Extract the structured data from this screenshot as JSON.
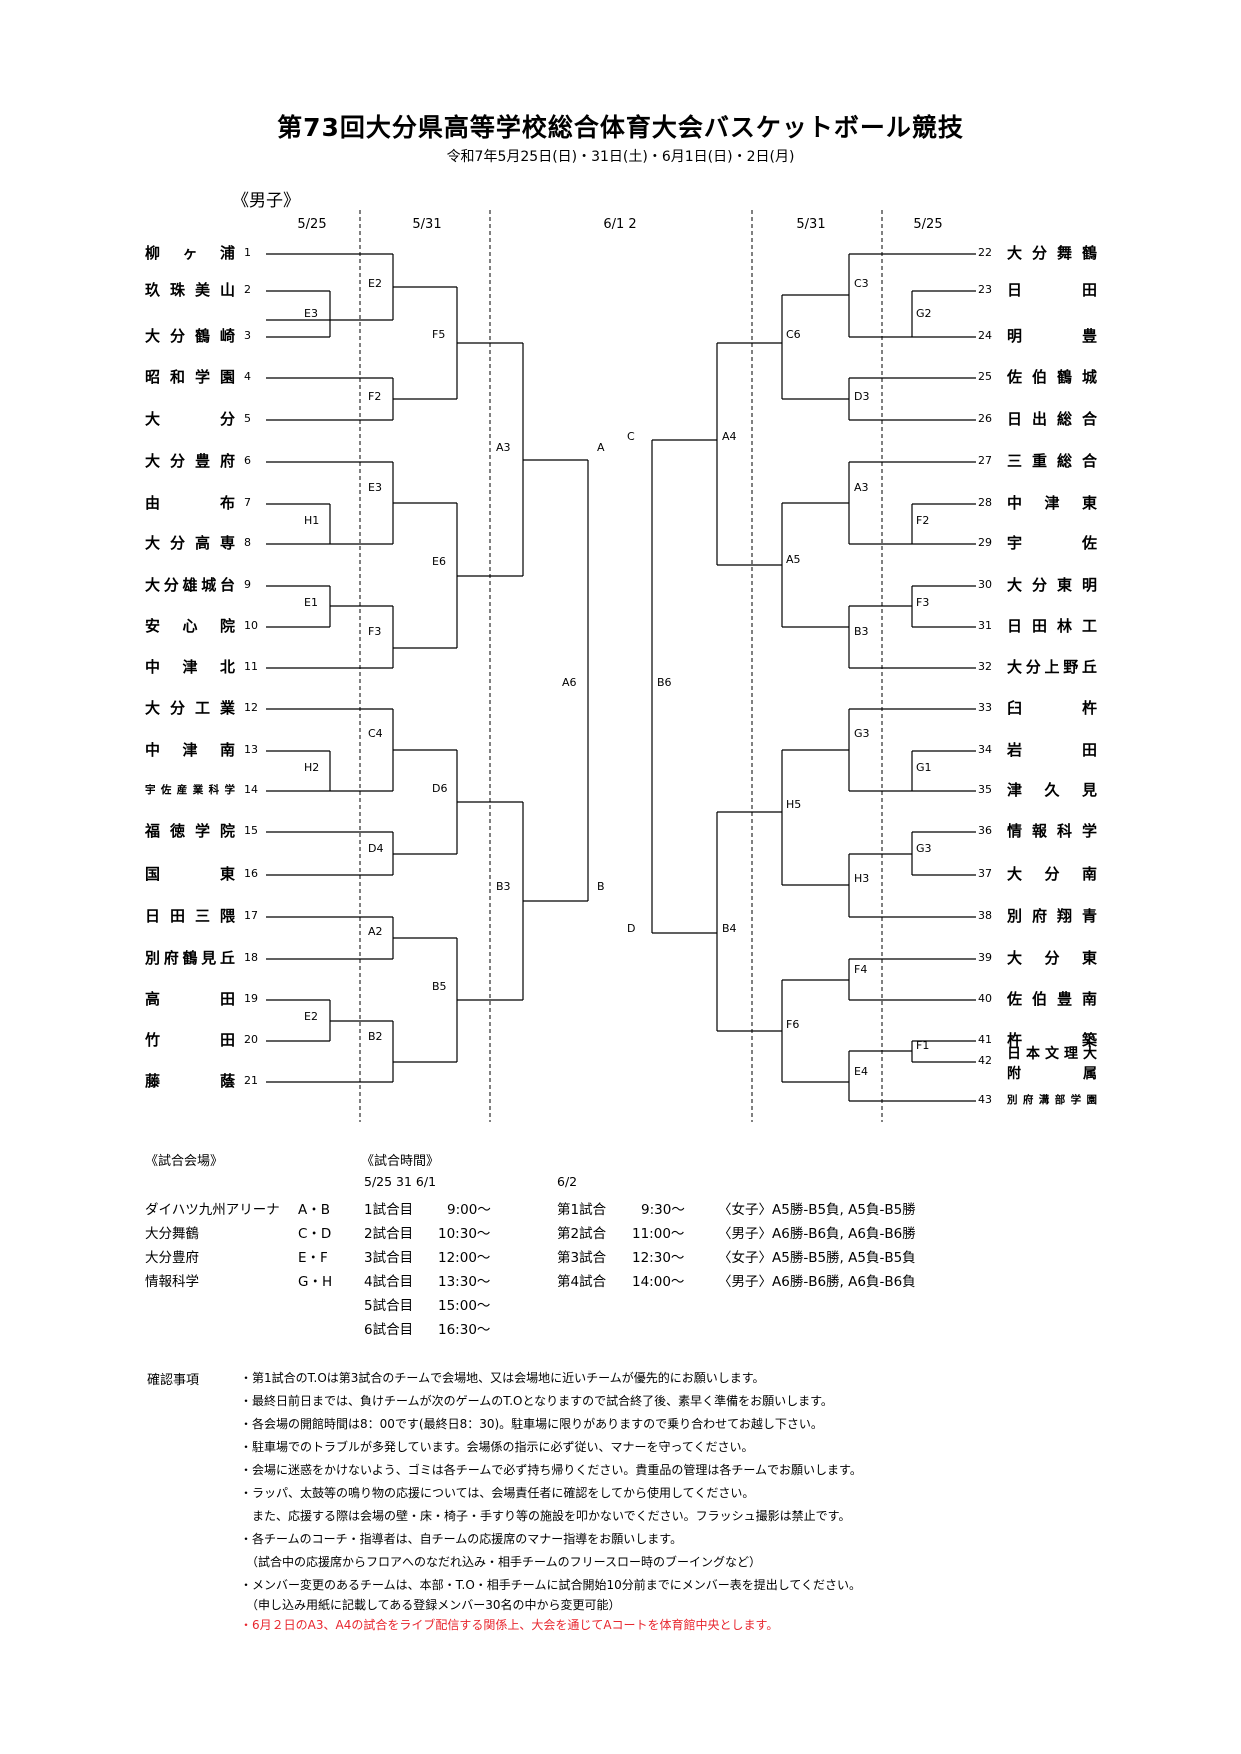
{
  "title": "第73回大分県高等学校総合体育大会バスケットボール競技",
  "subtitle": "令和7年5月25日(日)・31日(土)・6月1日(日)・2日(月)",
  "section": "《男子》",
  "dates": [
    "5/25",
    "5/31",
    "6/1 2",
    "5/31",
    "5/25"
  ],
  "left_teams": [
    {
      "name": "柳 ヶ 浦",
      "num": "1"
    },
    {
      "name": "玖珠美山",
      "num": "2"
    },
    {
      "name": "大分鶴崎",
      "num": "3"
    },
    {
      "name": "昭和学園",
      "num": "4"
    },
    {
      "name": "大 分",
      "num": "5"
    },
    {
      "name": "大分豊府",
      "num": "6"
    },
    {
      "name": "由 布",
      "num": "7"
    },
    {
      "name": "大分高専",
      "num": "8"
    },
    {
      "name": "大分雄城台",
      "num": "9"
    },
    {
      "name": "安 心 院",
      "num": "10"
    },
    {
      "name": "中 津 北",
      "num": "11"
    },
    {
      "name": "大分工業",
      "num": "12"
    },
    {
      "name": "中 津 南",
      "num": "13"
    },
    {
      "name": "宇佐産業科学",
      "num": "14"
    },
    {
      "name": "福徳学院",
      "num": "15"
    },
    {
      "name": "国 東",
      "num": "16"
    },
    {
      "name": "日田三隈",
      "num": "17"
    },
    {
      "name": "別府鶴見丘",
      "num": "18"
    },
    {
      "name": "高 田",
      "num": "19"
    },
    {
      "name": "竹 田",
      "num": "20"
    },
    {
      "name": "藤 蔭",
      "num": "21"
    }
  ],
  "right_teams": [
    {
      "name": "大分舞鶴",
      "num": "22"
    },
    {
      "name": "日 田",
      "num": "23"
    },
    {
      "name": "明 豊",
      "num": "24"
    },
    {
      "name": "佐伯鶴城",
      "num": "25"
    },
    {
      "name": "日出総合",
      "num": "26"
    },
    {
      "name": "三重総合",
      "num": "27"
    },
    {
      "name": "中 津 東",
      "num": "28"
    },
    {
      "name": "宇 佐",
      "num": "29"
    },
    {
      "name": "大分東明",
      "num": "30"
    },
    {
      "name": "日田林工",
      "num": "31"
    },
    {
      "name": "大分上野丘",
      "num": "32"
    },
    {
      "name": "臼 杵",
      "num": "33"
    },
    {
      "name": "岩 田",
      "num": "34"
    },
    {
      "name": "津 久 見",
      "num": "35"
    },
    {
      "name": "情報科学",
      "num": "36"
    },
    {
      "name": "大 分 南",
      "num": "37"
    },
    {
      "name": "別府翔青",
      "num": "38"
    },
    {
      "name": "大 分 東",
      "num": "39"
    },
    {
      "name": "佐伯豊南",
      "num": "40"
    },
    {
      "name": "杵 築",
      "num": "41"
    },
    {
      "name": "日本文理大",
      "name2": "附 属",
      "num": "42"
    },
    {
      "name": "別府溝部学園",
      "num": "43"
    }
  ],
  "matches": {
    "l_e3a": "E3",
    "l_h1": "H1",
    "l_e1": "E1",
    "l_h2": "H2",
    "l_e2": "E2",
    "l_e2b": "E2",
    "l_f2": "F2",
    "l_e3b": "E3",
    "l_f3": "F3",
    "l_c4": "C4",
    "l_d4": "D4",
    "l_a2": "A2",
    "l_b2": "B2",
    "l_f5": "F5",
    "l_e6": "E6",
    "l_d6": "D6",
    "l_b5": "B5",
    "l_a3": "A3",
    "l_b3": "B3",
    "l_a6": "A6",
    "c_a": "A",
    "c_b": "B",
    "c_c": "C",
    "c_d": "D",
    "r_b6": "B6",
    "r_a4": "A4",
    "r_b4": "B4",
    "r_c6": "C6",
    "r_a5": "A5",
    "r_h5": "H5",
    "r_f6": "F6",
    "r_c3": "C3",
    "r_d3": "D3",
    "r_a3": "A3",
    "r_b3": "B3",
    "r_g3a": "G3",
    "r_h3": "H3",
    "r_f4": "F4",
    "r_e4": "E4",
    "r_g2": "G2",
    "r_f2": "F2",
    "r_f3": "F3",
    "r_g1": "G1",
    "r_g3b": "G3",
    "r_f1": "F1"
  },
  "venues": {
    "heading": "《試合会場》",
    "rows": [
      {
        "name": "ダイハツ九州アリーナ",
        "courts": "A・B"
      },
      {
        "name": "大分舞鶴",
        "courts": "C・D"
      },
      {
        "name": "大分豊府",
        "courts": "E・F"
      },
      {
        "name": "情報科学",
        "courts": "G・H"
      }
    ]
  },
  "times": {
    "heading": "《試合時間》",
    "subheading": "5/25 31 6/1",
    "rows": [
      {
        "label": "1試合目",
        "time": "9:00～"
      },
      {
        "label": "2試合目",
        "time": "10:30～"
      },
      {
        "label": "3試合目",
        "time": "12:00～"
      },
      {
        "label": "4試合目",
        "time": "13:30～"
      },
      {
        "label": "5試合目",
        "time": "15:00～"
      },
      {
        "label": "6試合目",
        "time": "16:30～"
      }
    ]
  },
  "finals": {
    "heading": "6/2",
    "rows": [
      {
        "label": "第1試合",
        "time": "9:30～",
        "desc": "〈女子〉A5勝-B5負, A5負-B5勝"
      },
      {
        "label": "第2試合",
        "time": "11:00～",
        "desc": "〈男子〉A6勝-B6負, A6負-B6勝"
      },
      {
        "label": "第3試合",
        "time": "12:30～",
        "desc": "〈女子〉A5勝-B5勝, A5負-B5負"
      },
      {
        "label": "第4試合",
        "time": "14:00～",
        "desc": "〈男子〉A6勝-B6勝, A6負-B6負"
      }
    ]
  },
  "notes": {
    "label": "確認事項",
    "items": [
      "・第1試合のT.Oは第3試合のチームで会場地、又は会場地に近いチームが優先的にお願いします。",
      "・最終日前日までは、負けチームが次のゲームのT.Oとなりますので試合終了後、素早く準備をお願いします。",
      "・各会場の開館時間は8：00です(最終日8：30)。駐車場に限りがありますので乗り合わせてお越し下さい。",
      "・駐車場でのトラブルが多発しています。会場係の指示に必ず従い、マナーを守ってください。",
      "・会場に迷惑をかけないよう、ゴミは各チームで必ず持ち帰りください。貴重品の管理は各チームでお願いします。",
      "・ラッパ、太鼓等の鳴り物の応援については、会場責任者に確認をしてから使用してください。",
      "　また、応援する際は会場の壁・床・椅子・手すり等の施設を叩かないでください。フラッシュ撮影は禁止です。",
      "・各チームのコーチ・指導者は、自チームの応援席のマナー指導をお願いします。",
      "　（試合中の応援席からフロアへのなだれ込み・相手チームのフリースロー時のブーイングなど）",
      "・メンバー変更のあるチームは、本部・T.O・相手チームに試合開始10分前までにメンバー表を提出してください。",
      "　（申し込み用紙に記載してある登録メンバー30名の中から変更可能）",
      "・6月２日のA3、A4の試合をライブ配信する関係上、大会を通じてAコートを体育館中央とします。"
    ]
  }
}
